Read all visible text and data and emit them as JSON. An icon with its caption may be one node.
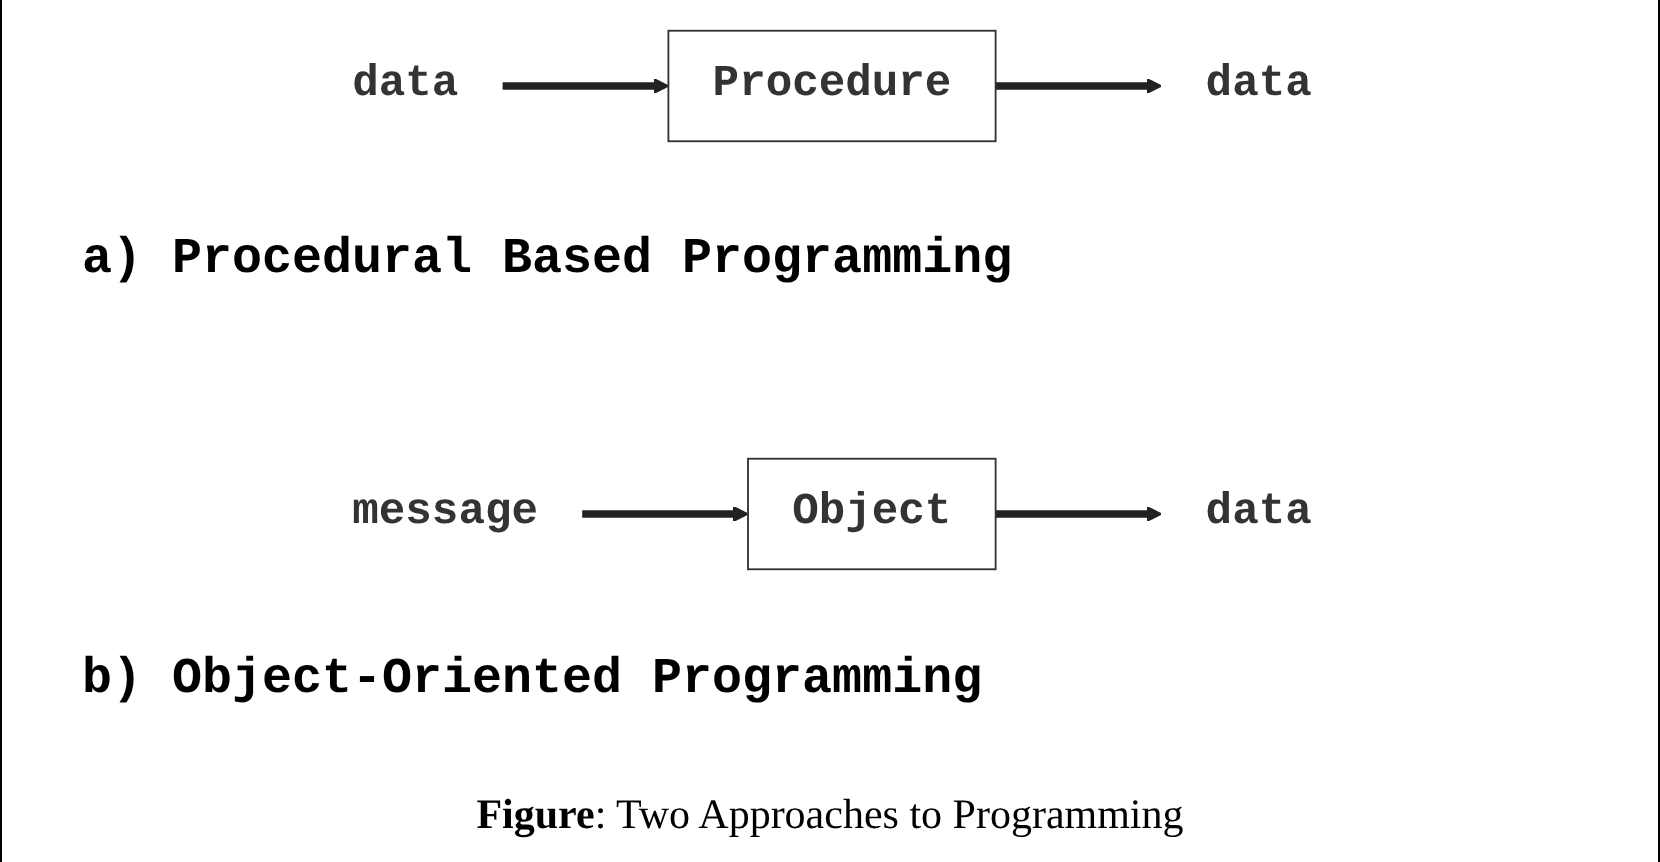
{
  "diagram": {
    "caption": "**Figure**: Two Approaches to Programming",
    "nodes": [
      {
        "text": [
          "data"
        ]
      },
      {
        "text": [
          "Procedure"
        ]
      },
      {
        "text": [
          "data"
        ]
      },
      {
        "text": [
          "message"
        ]
      },
      {
        "text": [
          "Object"
        ]
      },
      {
        "text": [
          "data"
        ]
      }
    ],
    "edges": [
      {
        "from": 0,
        "to": 1,
        "arrow": "to"
      },
      {
        "from": 1,
        "to": 2,
        "arrow": "to"
      },
      {
        "from": 3,
        "to": 4,
        "arrow": "to"
      },
      {
        "from": 4,
        "to": 5,
        "arrow": "to"
      }
    ],
    "labels": [
      "a) Procedural Based Programming",
      "b) Object-Oriented Programming"
    ]
  }
}
